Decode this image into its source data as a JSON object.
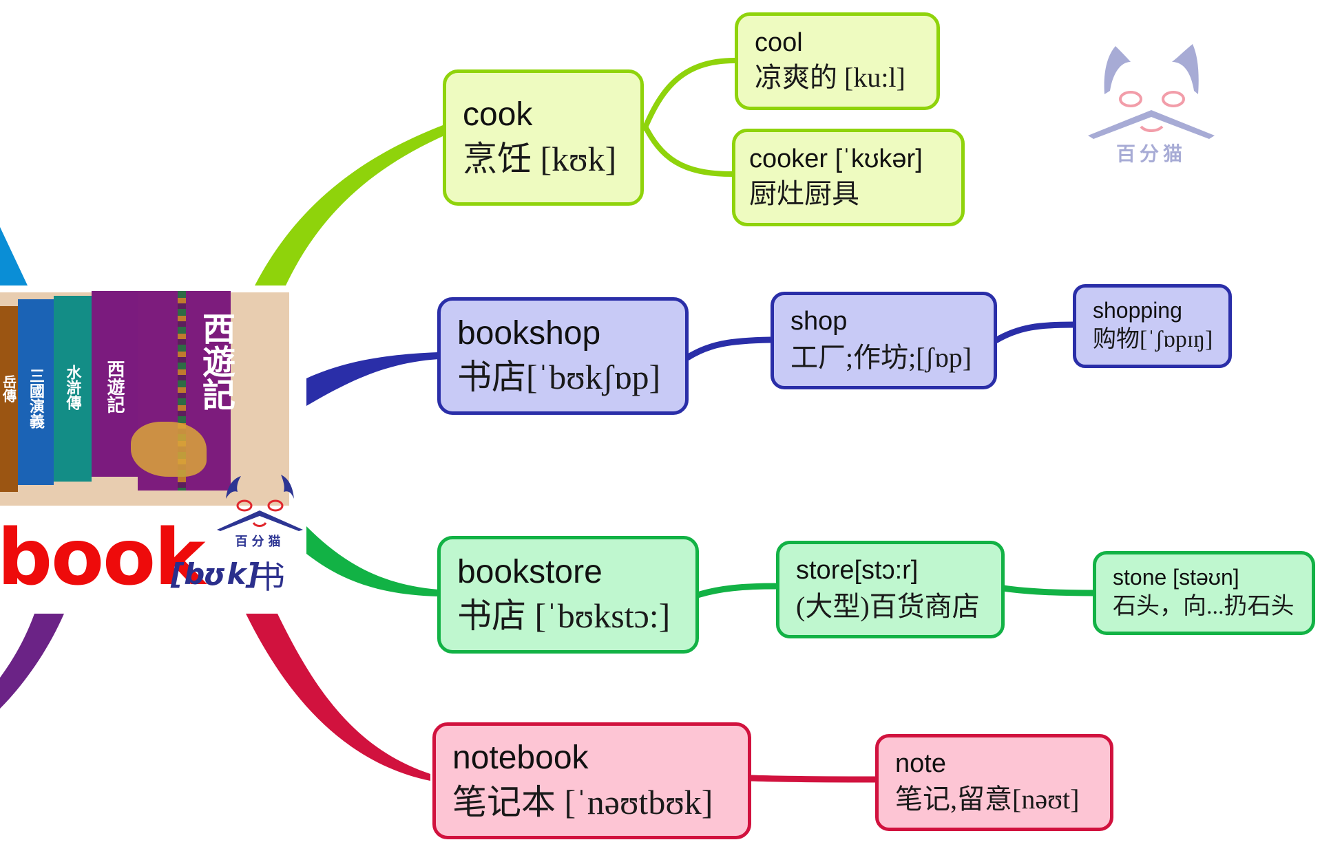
{
  "colors": {
    "lime": "#8fd30b",
    "navy": "#2a2ea8",
    "green": "#12b245",
    "crimson": "#d1123e",
    "purple": "#6b2386",
    "sky": "#0a8ed6",
    "book_red": "#ee0b0b"
  },
  "center": {
    "word": "book",
    "ipa": "[bʊk]",
    "meaning": "书",
    "logo_text": "百分猫",
    "book_titles": [
      "岳傳",
      "三國演義",
      "水滸傳",
      "西遊記"
    ],
    "cover_title": "西遊記"
  },
  "watermark": {
    "logo_text": "百分猫"
  },
  "branches": [
    {
      "word": "cook",
      "gloss": "烹饪 [kʊk]",
      "children": [
        {
          "word": "cool",
          "gloss": "凉爽的 [ku:l]"
        },
        {
          "word": "cooker [ˈkʊkər]",
          "gloss": "厨灶厨具"
        }
      ]
    },
    {
      "word": "bookshop",
      "gloss": "书店[ˈbʊkʃɒp]",
      "children": [
        {
          "word": "shop",
          "gloss": "工厂;作坊;[ʃɒp]",
          "children": [
            {
              "word": "shopping",
              "gloss": "购物[ˈʃɒpɪŋ]"
            }
          ]
        }
      ]
    },
    {
      "word": "bookstore",
      "gloss": "书店 [ˈbʊkstɔ:]",
      "children": [
        {
          "word": "store[stɔ:r]",
          "gloss": "(大型)百货商店",
          "children": [
            {
              "word": "stone [stəʊn]",
              "gloss": "石头，向...扔石头"
            }
          ]
        }
      ]
    },
    {
      "word": "notebook",
      "gloss": "笔记本 [ˈnəʊtbʊk]",
      "children": [
        {
          "word": "note",
          "gloss": "笔记,留意[nəʊt]"
        }
      ]
    }
  ]
}
